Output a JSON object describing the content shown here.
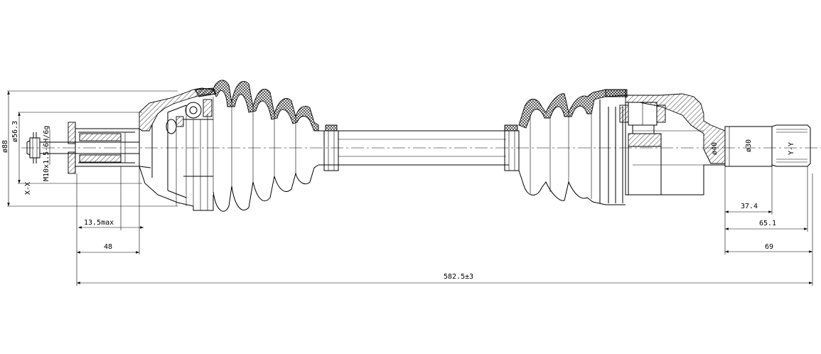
{
  "labels": {
    "d88": "ø88",
    "d56": "ø56.3",
    "xx": "X-X",
    "thread": "M10x1.5-6H/6g",
    "d40": "ø40",
    "d30": "ø30",
    "yy": "Y-Y"
  },
  "dimensions": {
    "d13_5max": "13.5max",
    "d48": "48",
    "d582": "582.5±3",
    "d37_4": "37.4",
    "d65_1": "65.1",
    "d69": "69"
  }
}
